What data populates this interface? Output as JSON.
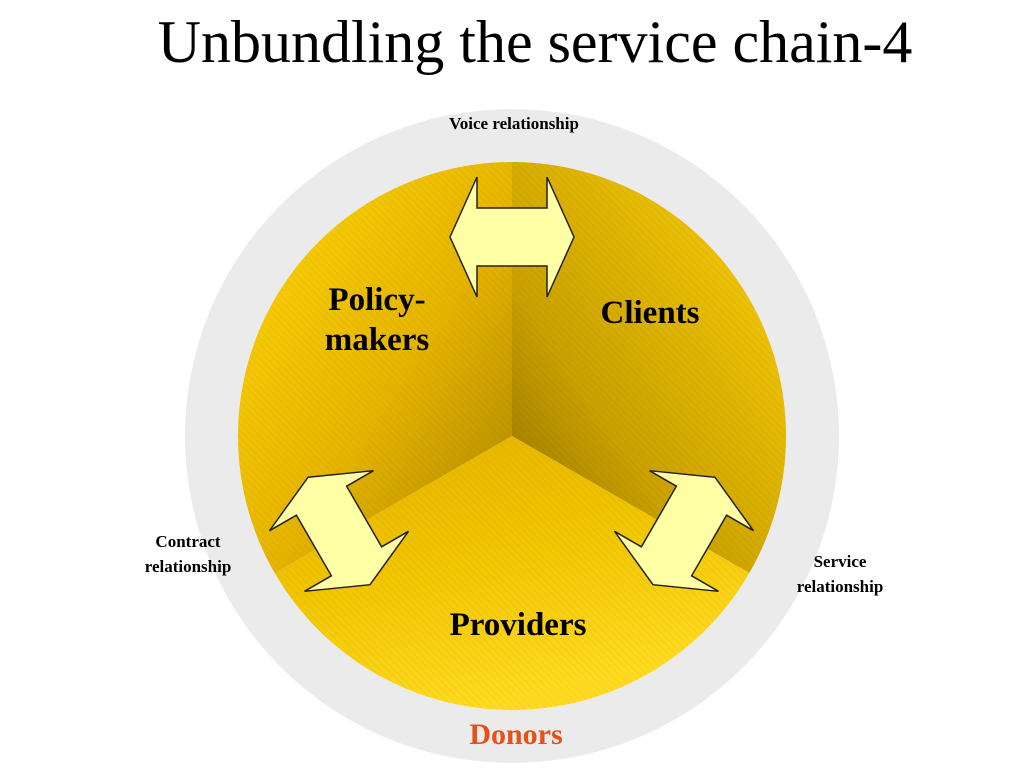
{
  "title": "Unbundling the service chain-4",
  "diagram": {
    "voice_label": "Voice relationship",
    "contract_label_line1": "Contract",
    "contract_label_line2": "relationship",
    "service_label_line1": "Service",
    "service_label_line2": "relationship",
    "policy_line1": "Policy-",
    "policy_line2": "makers",
    "clients": "Clients",
    "providers": "Providers",
    "donors": "Donors"
  },
  "colors": {
    "donors_text": "#e8501a",
    "outer_ring": "#ebebeb",
    "gold_light": "#ffd80a",
    "gold_mid": "#e8b800",
    "gold_dark": "#a88300",
    "arrow_fill": "#ffffa6"
  },
  "icons": [
    "double-arrow-icon"
  ]
}
